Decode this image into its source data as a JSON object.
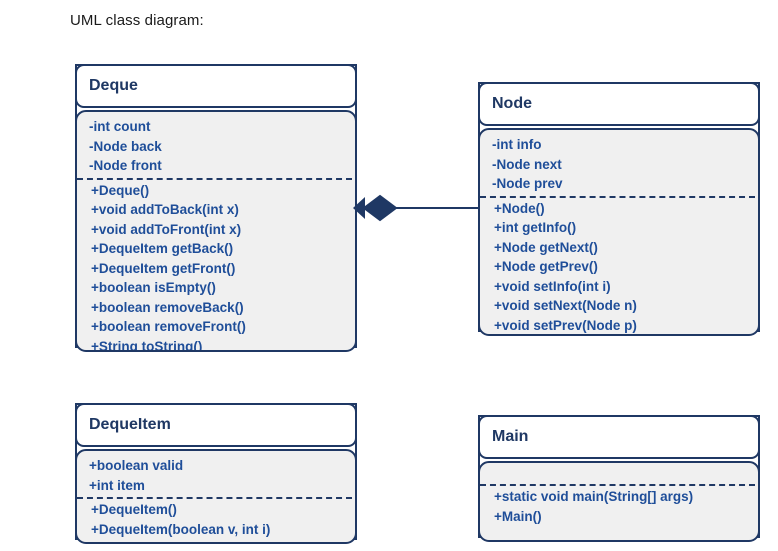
{
  "caption": "UML class diagram:",
  "theme": {
    "border_color": "#1F3864",
    "text_color": "#1F4E99",
    "body_fill": "#F0F0F0",
    "title_fill": "#FFFFFF",
    "page_background": "#FFFFFF"
  },
  "classes": [
    {
      "name": "Deque",
      "attributes": [
        "-int count",
        "-Node back",
        "-Node front"
      ],
      "methods": [
        "+Deque()",
        "+void addToBack(int x)",
        "+void addToFront(int x)",
        "+DequeItem getBack()",
        "+DequeItem getFront()",
        "+boolean isEmpty()",
        "+boolean removeBack()",
        "+boolean removeFront()",
        "+String toString()"
      ]
    },
    {
      "name": "Node",
      "attributes": [
        "-int info",
        "-Node next",
        "-Node prev"
      ],
      "methods": [
        "+Node()",
        "+int getInfo()",
        "+Node getNext()",
        "+Node getPrev()",
        "+void setInfo(int i)",
        "+void setNext(Node n)",
        "+void setPrev(Node p)"
      ]
    },
    {
      "name": "DequeItem",
      "attributes": [
        "+boolean valid",
        "+int item"
      ],
      "methods": [
        "+DequeItem()",
        "+DequeItem(boolean v, int i)"
      ]
    },
    {
      "name": "Main",
      "attributes": [],
      "methods": [
        "+static void main(String[] args)",
        "+Main()"
      ]
    }
  ],
  "relationships": [
    {
      "type": "composition",
      "source": "Deque",
      "target": "Node",
      "marker": "filled-diamond"
    }
  ]
}
